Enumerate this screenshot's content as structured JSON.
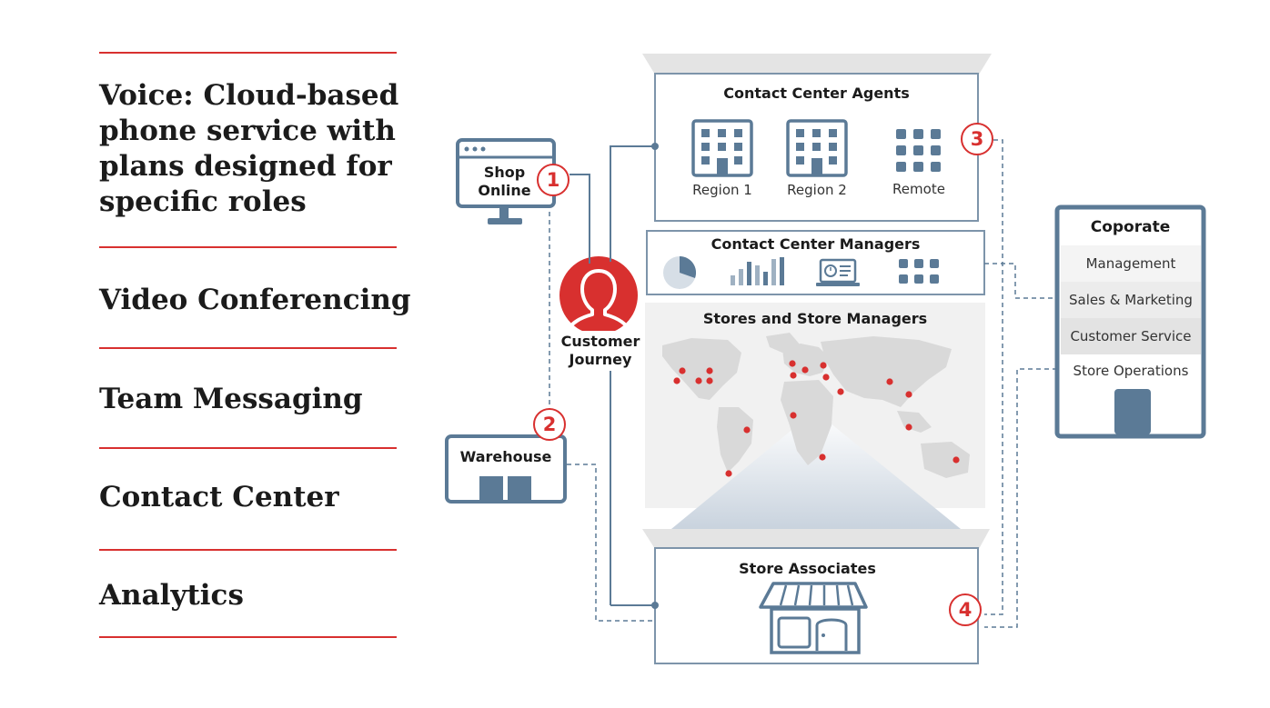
{
  "menu": {
    "title": "Voice: Cloud-based phone service with plans designed for specific roles",
    "items": [
      "Video Conferencing",
      "Team Messaging",
      "Contact Center",
      "Analytics"
    ]
  },
  "diagram": {
    "shop_online": "Shop Online",
    "warehouse": "Warehouse",
    "customer_journey": "Customer Journey",
    "agents": {
      "title": "Contact Center Agents",
      "region1": "Region 1",
      "region2": "Region 2",
      "remote": "Remote"
    },
    "managers": {
      "title": "Contact Center Managers"
    },
    "stores": {
      "title": "Stores and Store Managers"
    },
    "associates": {
      "title": "Store Associates"
    },
    "corporate": {
      "title": "Coporate",
      "rows": [
        "Management",
        "Sales & Marketing",
        "Customer Service",
        "Store Operations"
      ]
    },
    "steps": [
      "1",
      "2",
      "3",
      "4"
    ]
  },
  "colors": {
    "accent": "#d8302f",
    "slate": "#5b7a96",
    "text": "#1b1b1b"
  }
}
